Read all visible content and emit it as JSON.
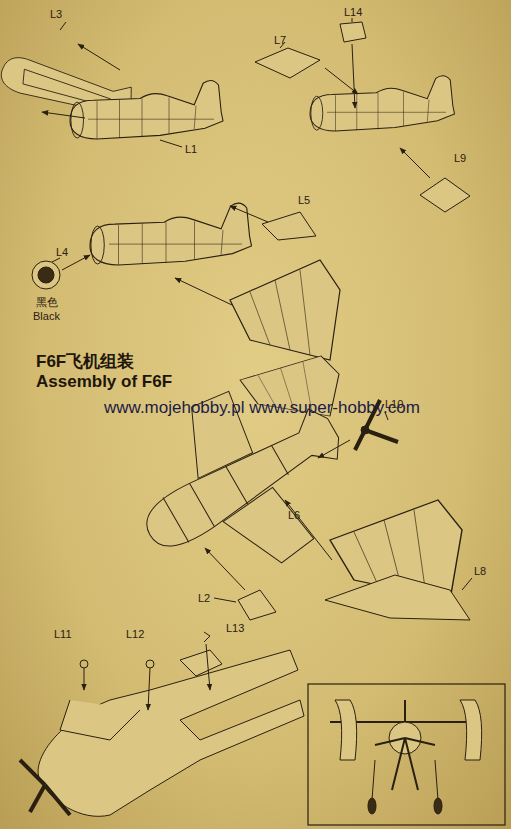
{
  "diagram": {
    "title": "F6F飞机组装",
    "labels": [
      "Assembly of F6F",
      "www.mojehobby.pl www.super-hobby.com",
      "L3",
      "L1",
      "L7",
      "L14",
      "L9",
      "L5",
      "L4",
      "黑色",
      "Black",
      "L10",
      "L6",
      "L2",
      "L8",
      "L11",
      "L12",
      "L13"
    ]
  }
}
